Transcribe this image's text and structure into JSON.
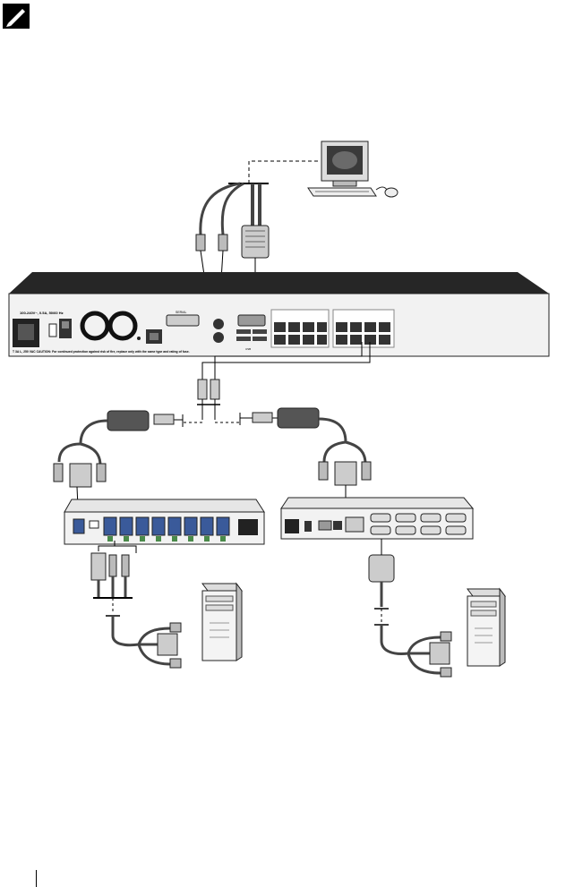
{
  "note_icon": "pencil-note-icon",
  "kvm_switch": {
    "power_rating": "100-240V~, 0.5A, 50/60 Hz",
    "caution_text": "T 3A L, 250 VAC   CAUTION: For continued protection against risk of fire, replace only with the same type and rating of fuse.",
    "serial_label": "SERIAL",
    "usb_label": "USB"
  },
  "icons": {
    "monitor": "monitor-icon",
    "keyboard": "keyboard-icon",
    "mouse": "mouse-icon",
    "tower": "tower-computer-icon"
  }
}
